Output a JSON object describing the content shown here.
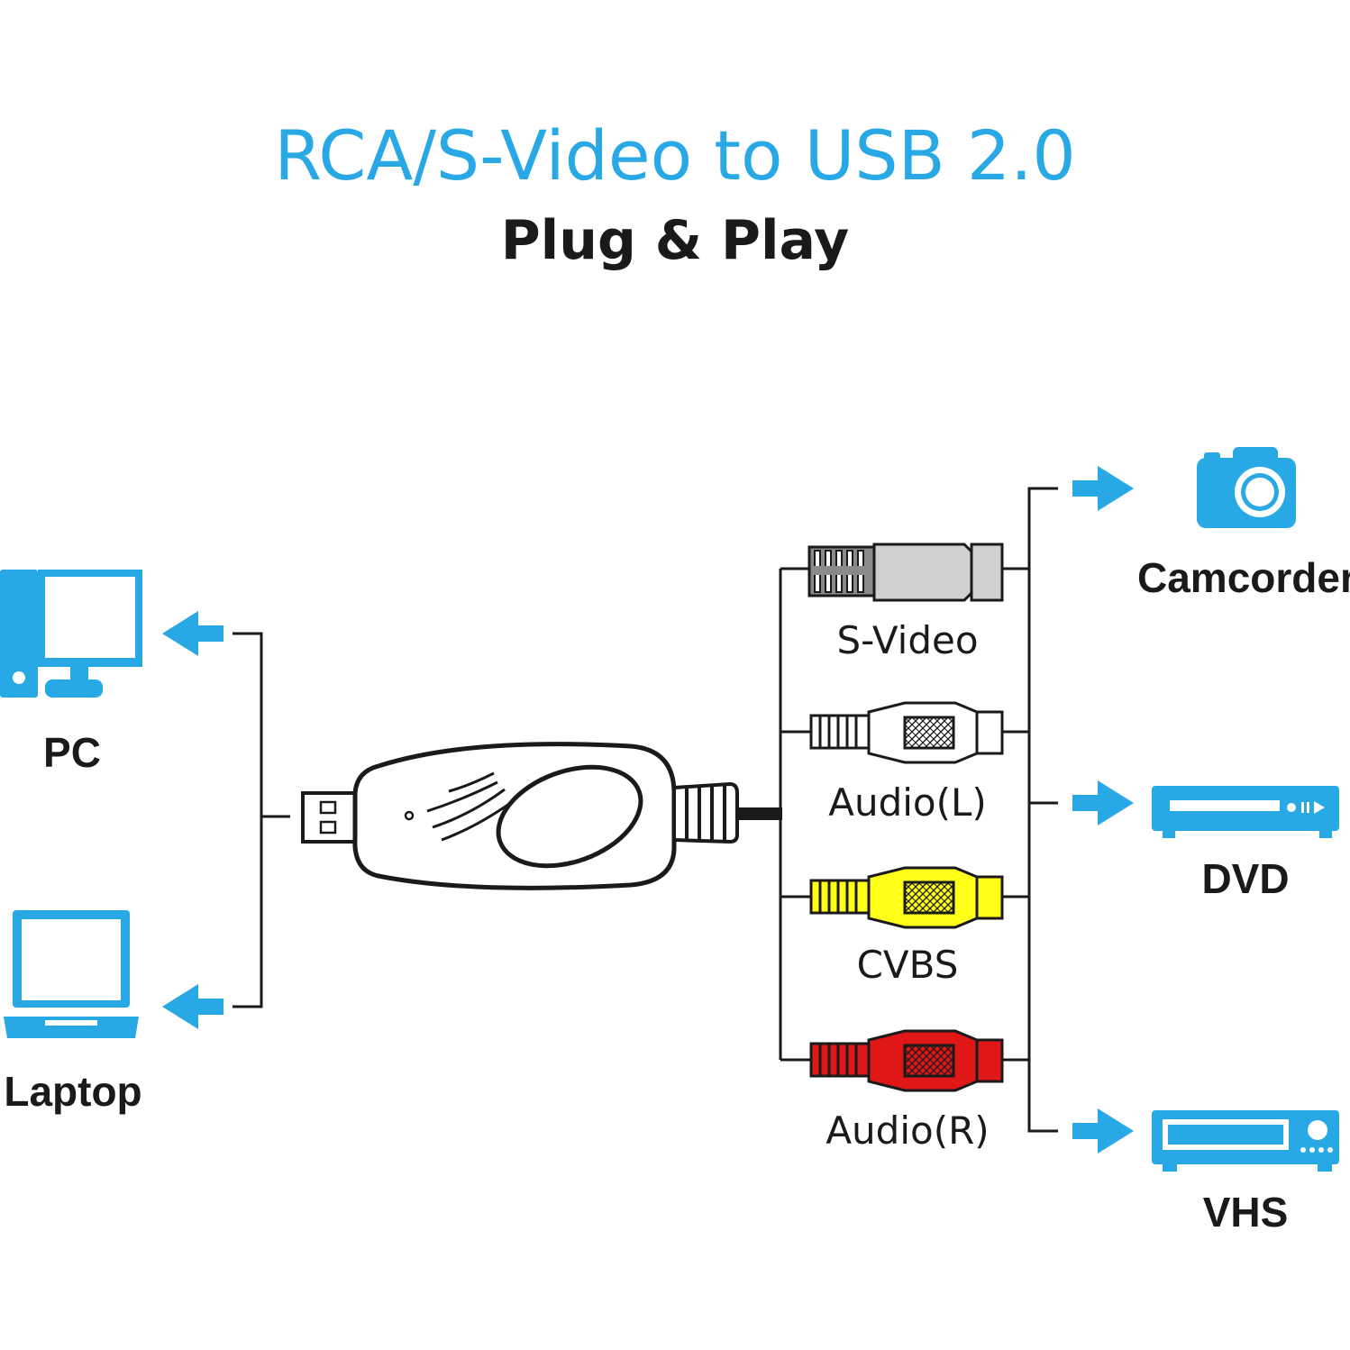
{
  "header": {
    "title": "RCA/S-Video to USB 2.0",
    "subtitle": "Plug & Play"
  },
  "hosts": [
    {
      "label": "PC",
      "icon": "desktop-computer-icon"
    },
    {
      "label": "Laptop",
      "icon": "laptop-icon"
    }
  ],
  "ports": [
    {
      "label": "S-Video",
      "color": "#d0d0d0"
    },
    {
      "label": "Audio(L)",
      "color": "#ffffff"
    },
    {
      "label": "CVBS",
      "color": "#ffff1a"
    },
    {
      "label": "Audio(R)",
      "color": "#e01717"
    }
  ],
  "sources": [
    {
      "label": "Camcorder",
      "icon": "camera-icon"
    },
    {
      "label": "DVD",
      "icon": "dvd-player-icon"
    },
    {
      "label": "VHS",
      "icon": "vhs-player-icon"
    }
  ],
  "colors": {
    "accent": "#29a8e6",
    "text": "#1a1a1a",
    "line": "#1a1a1a"
  }
}
